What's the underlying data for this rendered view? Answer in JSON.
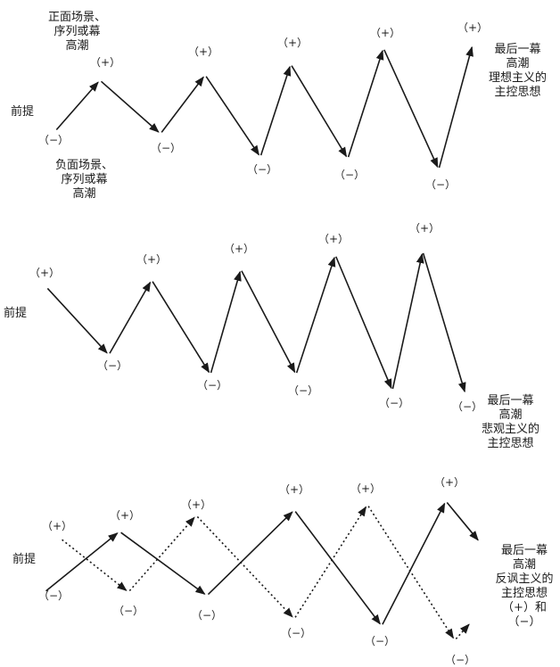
{
  "premise_label": "前提",
  "sign_plus": "（+）",
  "sign_minus": "（−）",
  "diagrams": [
    {
      "id": "idealistic",
      "start_sign": "（−）",
      "top_note": "正面场景、\n序列或幕\n高潮",
      "bottom_note": "负面场景、\n序列或幕\n高潮",
      "ending_note": "最后一幕\n高潮\n理想主义的\n主控思想",
      "signs": [
        "（+）",
        "（−）",
        "（+）",
        "（−）",
        "（+）",
        "（−）",
        "（+）",
        "（−）",
        "（+）"
      ]
    },
    {
      "id": "pessimistic",
      "start_sign": "（+）",
      "ending_note": "最后一幕\n高潮\n悲观主义的\n主控思想",
      "signs": [
        "（−）",
        "（+）",
        "（−）",
        "（+）",
        "（−）",
        "（+）",
        "（−）",
        "（+）",
        "（−）"
      ]
    },
    {
      "id": "ironic",
      "start_sign_solid": "（−）",
      "start_sign_dotted": "（+）",
      "ending_note": "最后一幕\n高潮\n反讽主义的\n主控思想\n（+）和（−）",
      "solid_signs": [
        "（+）",
        "（−）",
        "（+）",
        "（−）",
        "（+）"
      ],
      "dotted_signs": [
        "（−）",
        "（+）",
        "（−）",
        "（+）",
        "（−）"
      ]
    }
  ]
}
